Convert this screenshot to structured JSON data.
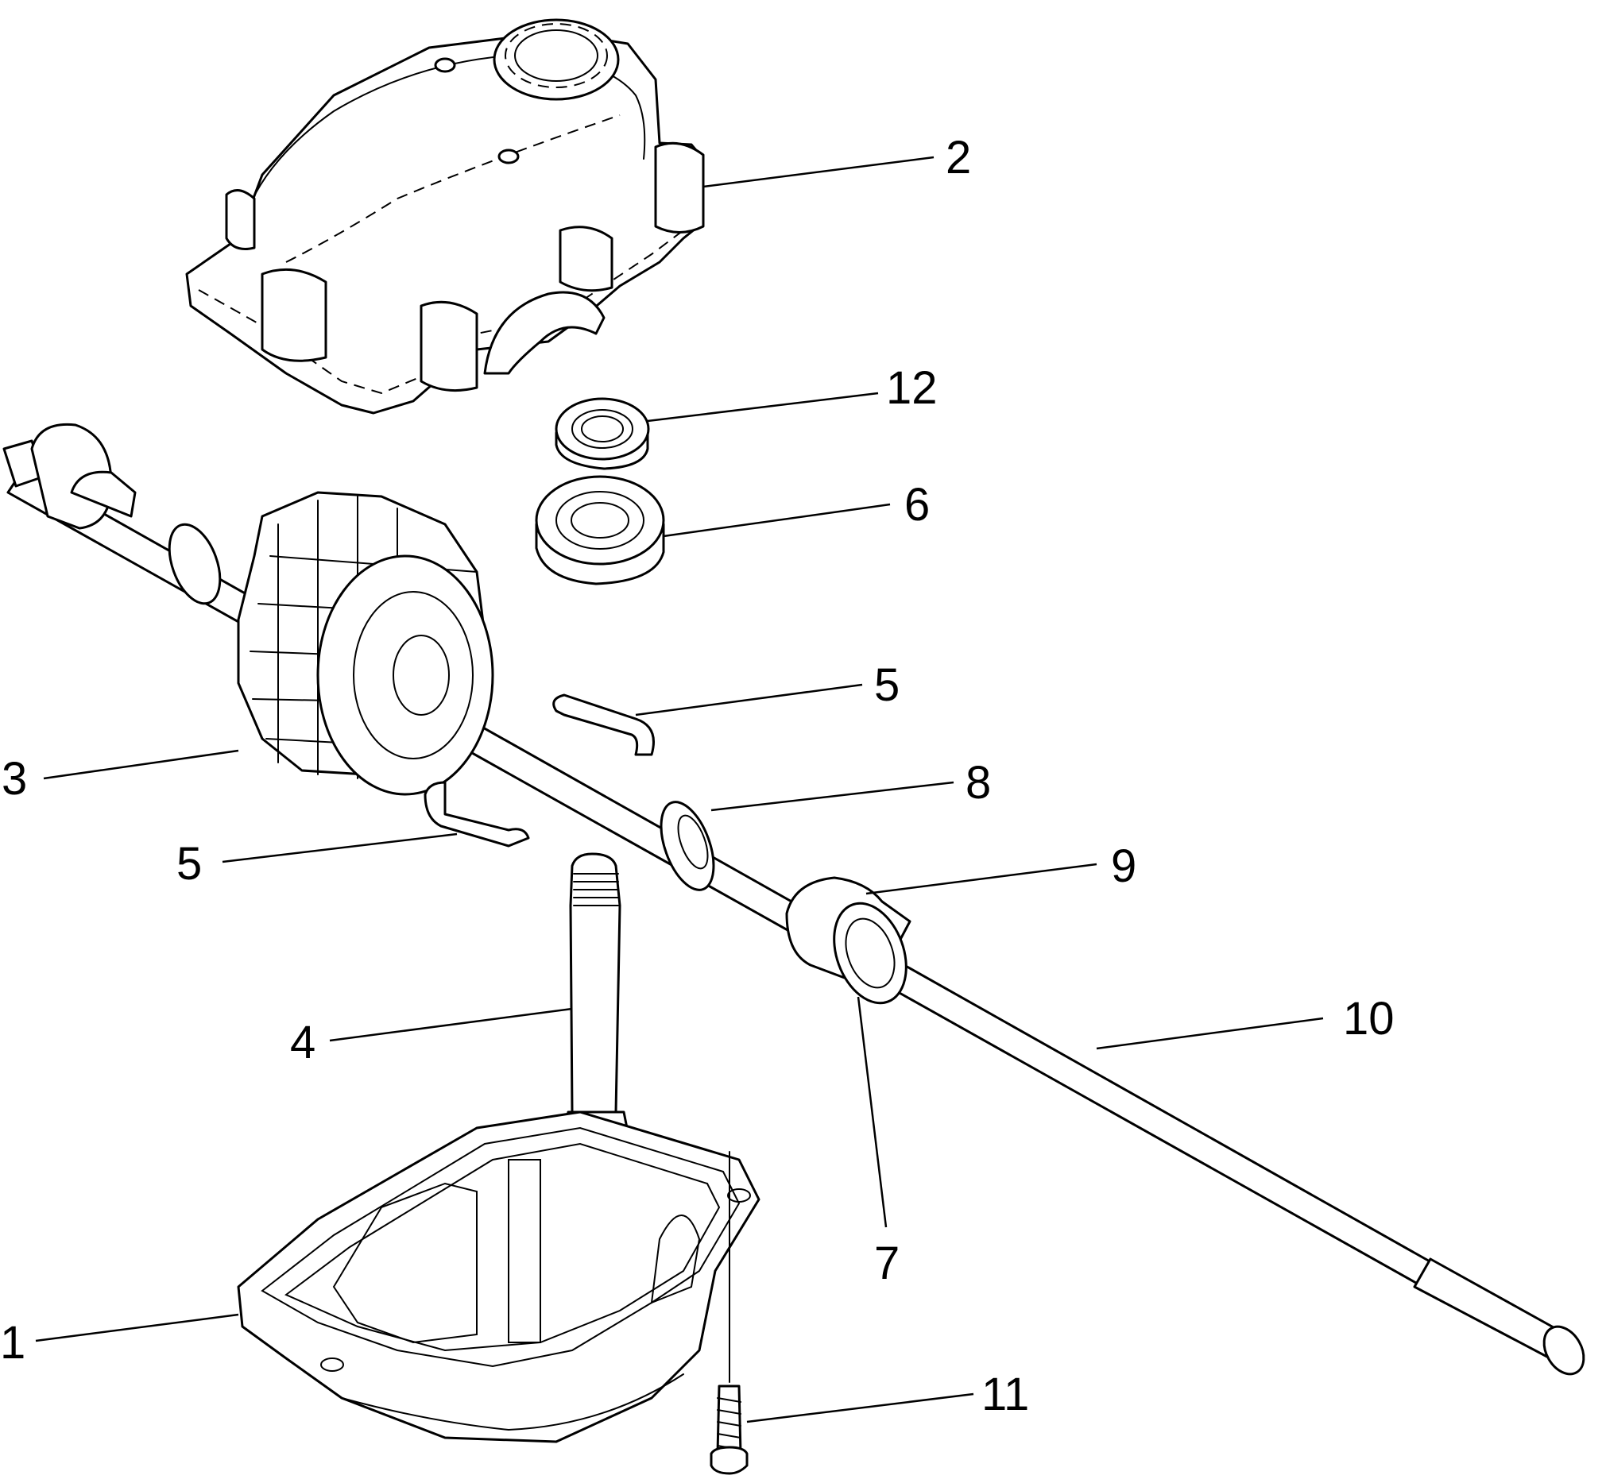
{
  "callouts": [
    {
      "id": "housing-lower",
      "label": "1"
    },
    {
      "id": "housing-upper",
      "label": "2"
    },
    {
      "id": "bevel-gear",
      "label": "3"
    },
    {
      "id": "worm-shaft",
      "label": "4"
    },
    {
      "id": "pin-upper",
      "label": "5"
    },
    {
      "id": "pin-lower",
      "label": "5"
    },
    {
      "id": "ball-bearing-large",
      "label": "6"
    },
    {
      "id": "bearing-inner",
      "label": "7"
    },
    {
      "id": "thrust-washer",
      "label": "8"
    },
    {
      "id": "bushing",
      "label": "9"
    },
    {
      "id": "axle-shaft",
      "label": "10"
    },
    {
      "id": "screw",
      "label": "11"
    },
    {
      "id": "ball-bearing-small",
      "label": "12"
    }
  ]
}
